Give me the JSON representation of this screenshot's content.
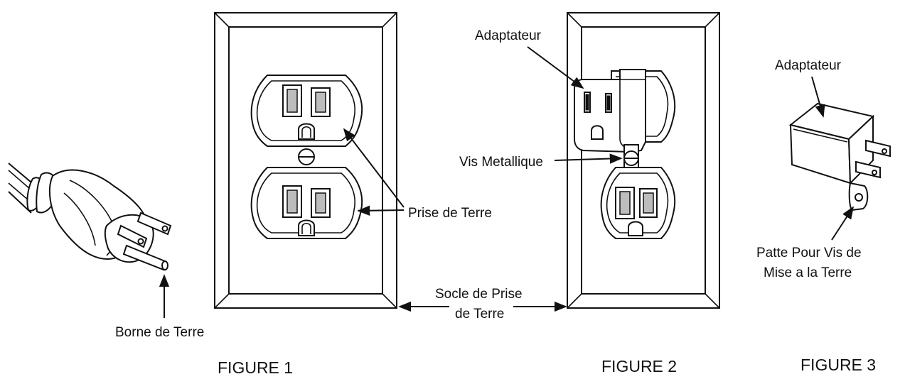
{
  "labels": {
    "borne_de_terre": "Borne de Terre",
    "prise_de_terre": "Prise de Terre",
    "socle_line1": "Socle de Prise",
    "socle_line2": "de Terre",
    "adaptateur_fig2": "Adaptateur",
    "vis_metallique": "Vis Metallique",
    "adaptateur_fig3": "Adaptateur",
    "patte_line1": "Patte Pour Vis de",
    "patte_line2": "Mise a la Terre"
  },
  "captions": {
    "figure1": "FIGURE 1",
    "figure2": "FIGURE 2",
    "figure3": "FIGURE 3"
  },
  "icons": [
    "grounded-plug-icon",
    "duplex-outlet-icon",
    "adapter-icon"
  ]
}
